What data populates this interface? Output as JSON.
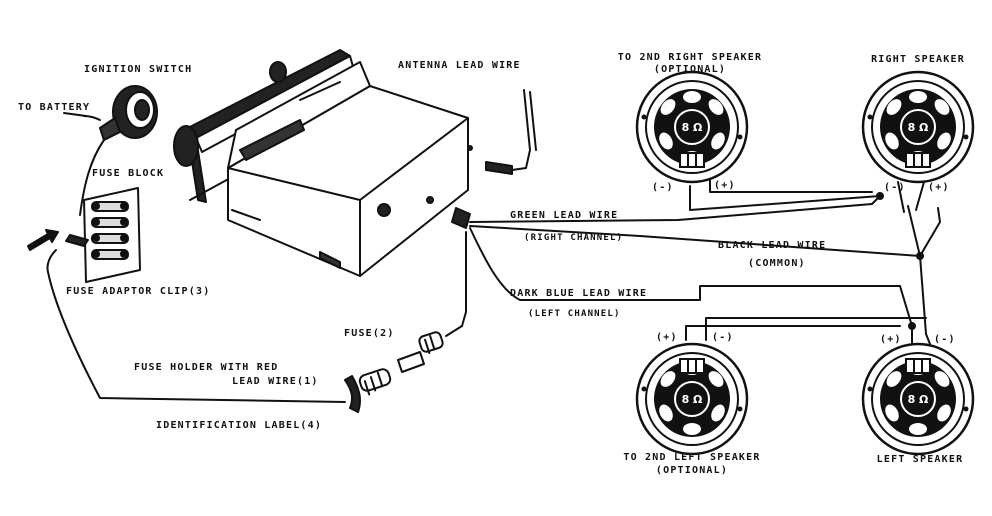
{
  "labels": {
    "ignition_switch": "IGNITION SWITCH",
    "to_battery": "TO BATTERY",
    "fuse_block": "FUSE BLOCK",
    "fuse_adaptor_clip": "FUSE ADAPTOR CLIP(3)",
    "antenna_lead_wire": "ANTENNA LEAD WIRE",
    "fuse": "FUSE(2)",
    "fuse_holder_line1": "FUSE HOLDER WITH RED",
    "fuse_holder_line2": "LEAD WIRE(1)",
    "identification_label": "IDENTIFICATION LABEL(4)",
    "green_lead_wire": "GREEN LEAD WIRE",
    "right_channel": "(RIGHT CHANNEL)",
    "black_lead_wire": "BLACK LEAD WIRE",
    "common": "(COMMON)",
    "dark_blue_lead_wire": "DARK BLUE LEAD WIRE",
    "left_channel": "(LEFT CHANNEL)"
  },
  "speakers": [
    {
      "id": "second-right",
      "title": "TO 2ND RIGHT SPEAKER",
      "subtitle": "(OPTIONAL)",
      "impedance": "8 Ω",
      "neg": "(-)",
      "pos": "(+)"
    },
    {
      "id": "right",
      "title": "RIGHT SPEAKER",
      "subtitle": "",
      "impedance": "8 Ω",
      "neg": "(-)",
      "pos": "(+)"
    },
    {
      "id": "second-left",
      "title": "TO 2ND LEFT SPEAKER",
      "subtitle": "(OPTIONAL)",
      "impedance": "8 Ω",
      "pos": "(+)",
      "neg": "(-)"
    },
    {
      "id": "left",
      "title": "LEFT SPEAKER",
      "subtitle": "",
      "impedance": "8 Ω",
      "pos": "(+)",
      "neg": "(-)"
    }
  ]
}
